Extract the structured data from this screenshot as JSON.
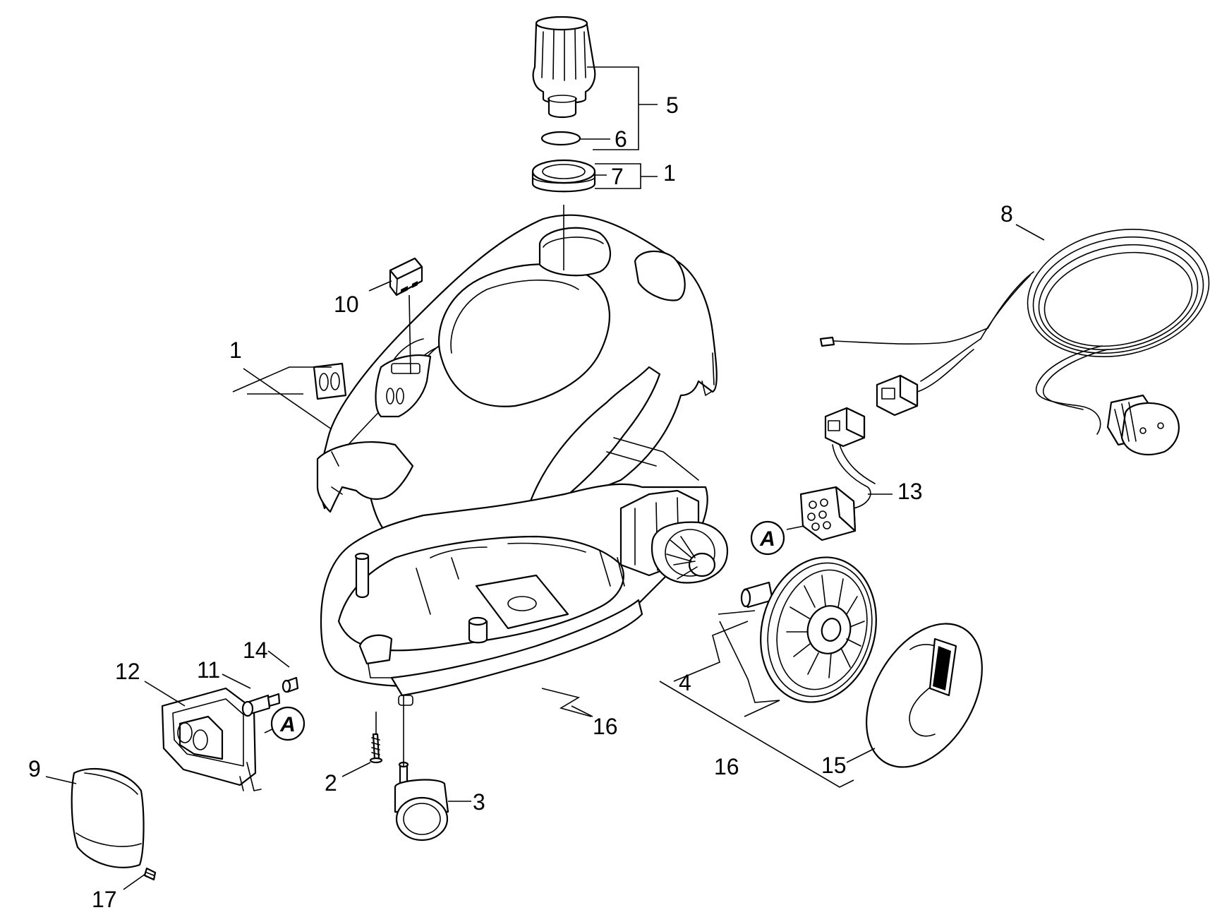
{
  "callouts": {
    "c1_top": "1",
    "c1_left": "1",
    "c2": "2",
    "c3": "3",
    "c4": "4",
    "c5": "5",
    "c6": "6",
    "c7": "7",
    "c8": "8",
    "c9": "9",
    "c10": "10",
    "c11": "11",
    "c12": "12",
    "c13": "13",
    "c14": "14",
    "c15": "15",
    "c16_center": "16",
    "c16_right": "16",
    "c17": "17"
  },
  "references": {
    "a_left": "A",
    "a_right": "A"
  },
  "colors": {
    "line": "#000000",
    "background": "#ffffff"
  }
}
